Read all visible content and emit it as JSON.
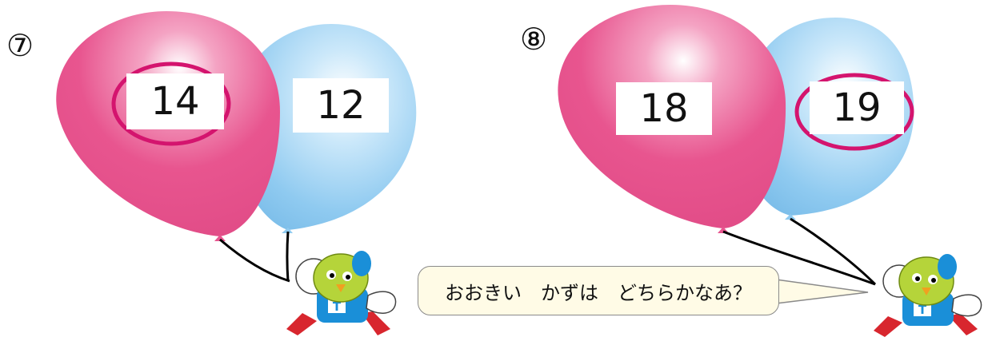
{
  "problems": [
    {
      "number": "⑦",
      "front_balloon": {
        "value": "14",
        "color": "#e8558f",
        "circled": true
      },
      "back_balloon": {
        "value": "12",
        "color": "#8fcaf0",
        "circled": false
      }
    },
    {
      "number": "⑧",
      "front_balloon": {
        "value": "18",
        "color": "#e8558f",
        "circled": false
      },
      "back_balloon": {
        "value": "19",
        "color": "#8fcaf0",
        "circled": true
      }
    }
  ],
  "speech_bubble": {
    "text": "おおきい　かずは　どちらかなあ？"
  },
  "mascot": {
    "badge_letter": "T",
    "icon": "green-bird-mascot-icon"
  },
  "colors": {
    "answer_circle": "#d4146e",
    "pink_balloon": "#e8558f",
    "blue_balloon": "#8fcaf0",
    "mascot_body": "#b5d43a",
    "mascot_shirt": "#1a8fd8"
  }
}
